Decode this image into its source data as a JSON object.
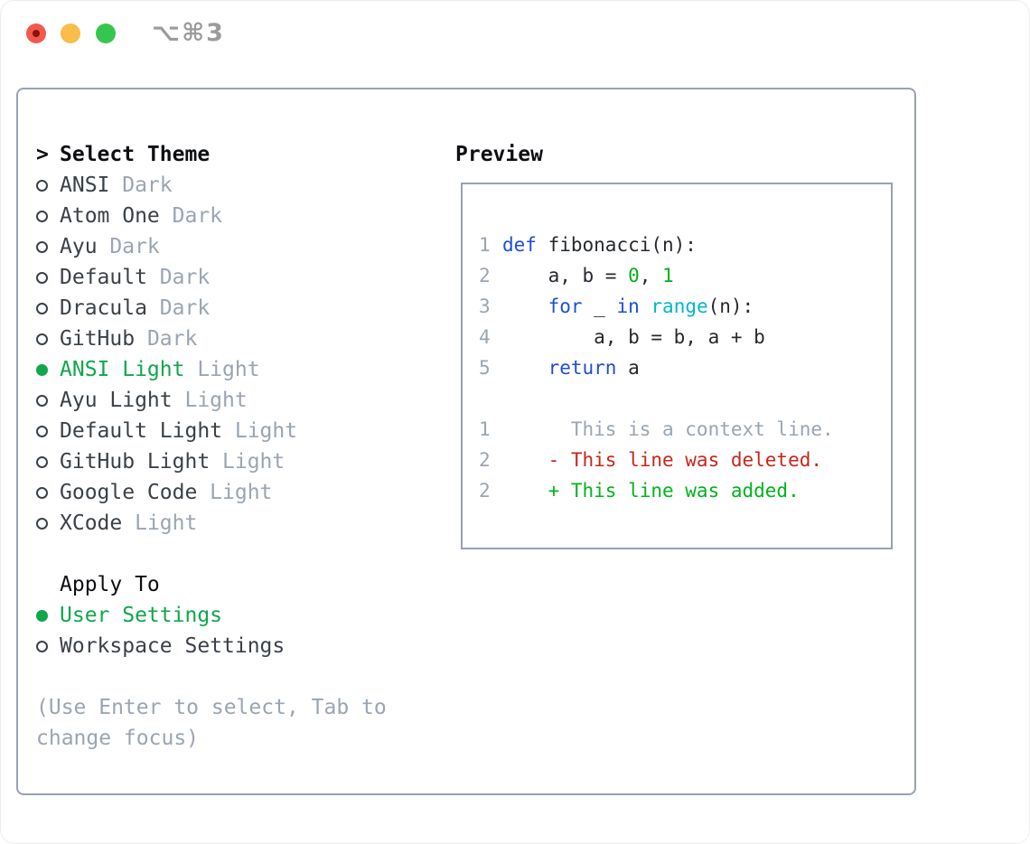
{
  "window": {
    "shortcut": "⌥⌘3",
    "traffic_buttons": [
      "close",
      "minimize",
      "maximize"
    ]
  },
  "theme_panel": {
    "header": {
      "marker": ">",
      "label": "Select Theme"
    },
    "themes": [
      {
        "name": "ANSI",
        "variant": "Dark",
        "selected": false
      },
      {
        "name": "Atom One",
        "variant": "Dark",
        "selected": false
      },
      {
        "name": "Ayu",
        "variant": "Dark",
        "selected": false
      },
      {
        "name": "Default",
        "variant": "Dark",
        "selected": false
      },
      {
        "name": "Dracula",
        "variant": "Dark",
        "selected": false
      },
      {
        "name": "GitHub",
        "variant": "Dark",
        "selected": false
      },
      {
        "name": "ANSI Light",
        "variant": "Light",
        "selected": true
      },
      {
        "name": "Ayu Light",
        "variant": "Light",
        "selected": false
      },
      {
        "name": "Default Light",
        "variant": "Light",
        "selected": false
      },
      {
        "name": "GitHub Light",
        "variant": "Light",
        "selected": false
      },
      {
        "name": "Google Code",
        "variant": "Light",
        "selected": false
      },
      {
        "name": "XCode",
        "variant": "Light",
        "selected": false
      }
    ],
    "apply_to": {
      "label": "Apply To",
      "options": [
        {
          "label": "User Settings",
          "selected": true
        },
        {
          "label": "Workspace Settings",
          "selected": false
        }
      ]
    },
    "hint_lines": [
      "(Use Enter to select, Tab to",
      "change focus)"
    ]
  },
  "preview": {
    "label": "Preview",
    "code_lines": [
      {
        "num": "1",
        "segments": [
          {
            "style": "kw",
            "text": "def"
          },
          {
            "style": "plain",
            "text": " fibonacci(n):"
          }
        ]
      },
      {
        "num": "2",
        "segments": [
          {
            "style": "plain",
            "text": "    a, b = "
          },
          {
            "style": "num",
            "text": "0"
          },
          {
            "style": "plain",
            "text": ", "
          },
          {
            "style": "num",
            "text": "1"
          }
        ]
      },
      {
        "num": "3",
        "segments": [
          {
            "style": "plain",
            "text": "    "
          },
          {
            "style": "kw",
            "text": "for"
          },
          {
            "style": "plain",
            "text": " _ "
          },
          {
            "style": "kw",
            "text": "in"
          },
          {
            "style": "plain",
            "text": " "
          },
          {
            "style": "builtin",
            "text": "range"
          },
          {
            "style": "plain",
            "text": "(n):"
          }
        ]
      },
      {
        "num": "4",
        "segments": [
          {
            "style": "plain",
            "text": "        a, b = b, a + b"
          }
        ]
      },
      {
        "num": "5",
        "segments": [
          {
            "style": "plain",
            "text": "    "
          },
          {
            "style": "kw",
            "text": "return"
          },
          {
            "style": "plain",
            "text": " a"
          }
        ]
      }
    ],
    "diff_lines": [
      {
        "num": "1",
        "segments": [
          {
            "style": "ctx",
            "text": "      This is a context line."
          }
        ]
      },
      {
        "num": "2",
        "segments": [
          {
            "style": "del",
            "text": "    - This line was deleted."
          }
        ]
      },
      {
        "num": "2",
        "segments": [
          {
            "style": "add",
            "text": "    + This line was added."
          }
        ]
      }
    ]
  },
  "colors": {
    "border": "#98a2b0",
    "heading": "#0d0f12",
    "text": "#3a4148",
    "muted": "#9aa5b2",
    "muted2": "#9b9b9b",
    "green": "#10a74b",
    "code": "#26292e",
    "kw": "#1d4ed8",
    "builtin": "#00b7c8",
    "numlit": "#00b01e",
    "del": "#c9261b",
    "add": "#00b41e",
    "trafficRed": "#f4584d",
    "trafficRedDot": "#85150e",
    "trafficYellow": "#f8bd4a",
    "trafficGreen": "#36c64f"
  }
}
